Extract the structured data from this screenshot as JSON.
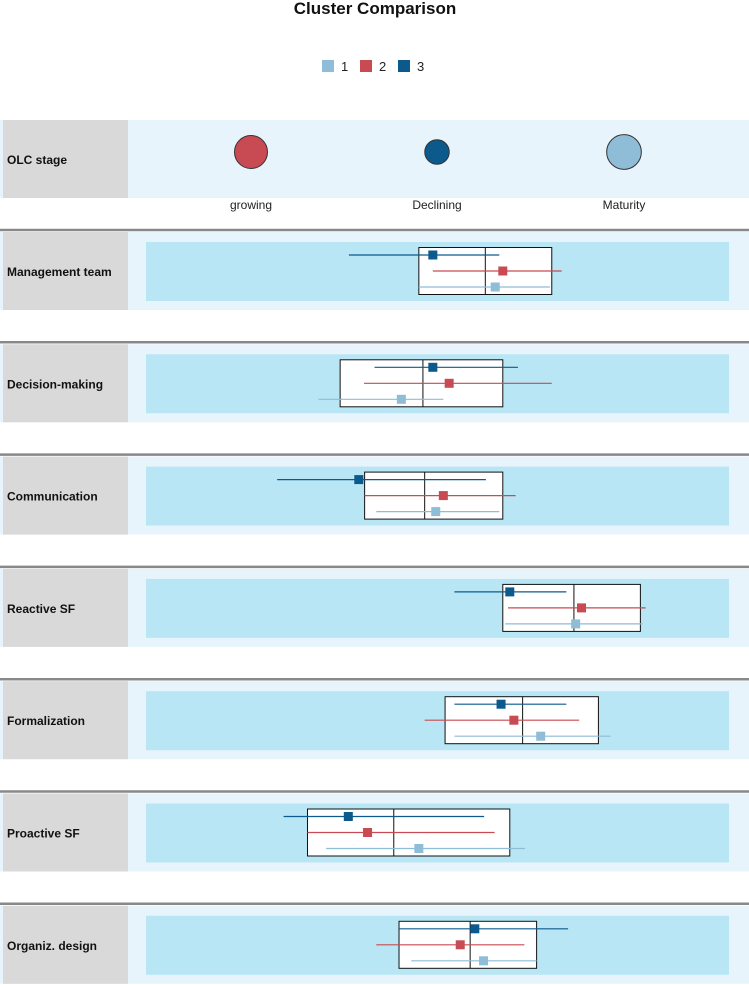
{
  "chart_data": {
    "type": "cluster_comparison",
    "title": "Cluster Comparison",
    "colors": {
      "1": "#8fbcd6",
      "2": "#c84a52",
      "3": "#0c5a8c"
    },
    "legend": [
      {
        "key": "1",
        "label": "1"
      },
      {
        "key": "2",
        "label": "2"
      },
      {
        "key": "3",
        "label": "3"
      }
    ],
    "categorical_row": {
      "label": "OLC stage",
      "categories": [
        {
          "name": "growing",
          "cluster": "2",
          "size": 1.0
        },
        {
          "name": "Declining",
          "cluster": "3",
          "size": 0.5
        },
        {
          "name": "Maturity",
          "cluster": "1",
          "size": 1.1
        }
      ]
    },
    "x_domain": [
      0,
      100
    ],
    "rows": [
      {
        "label": "Management team",
        "box": {
          "q1": 46.8,
          "median": 58.2,
          "q3": 69.6
        },
        "series": [
          {
            "cluster": "3",
            "lo": 34.8,
            "mean": 49.2,
            "hi": 60.6
          },
          {
            "cluster": "2",
            "lo": 49.2,
            "mean": 61.2,
            "hi": 71.3
          },
          {
            "cluster": "1",
            "lo": 46.8,
            "mean": 59.9,
            "hi": 69.3
          }
        ]
      },
      {
        "label": "Decision-making",
        "box": {
          "q1": 33.3,
          "median": 47.5,
          "q3": 61.2
        },
        "series": [
          {
            "cluster": "3",
            "lo": 39.2,
            "mean": 49.2,
            "hi": 63.8
          },
          {
            "cluster": "2",
            "lo": 37.4,
            "mean": 52.0,
            "hi": 69.6
          },
          {
            "cluster": "1",
            "lo": 29.6,
            "mean": 43.8,
            "hi": 51.0
          }
        ]
      },
      {
        "label": "Communication",
        "box": {
          "q1": 37.5,
          "median": 47.8,
          "q3": 61.2
        },
        "series": [
          {
            "cluster": "3",
            "lo": 22.5,
            "mean": 36.5,
            "hi": 58.3
          },
          {
            "cluster": "2",
            "lo": 37.5,
            "mean": 51.0,
            "hi": 63.4
          },
          {
            "cluster": "1",
            "lo": 39.5,
            "mean": 49.7,
            "hi": 60.6
          }
        ]
      },
      {
        "label": "Reactive SF",
        "box": {
          "q1": 61.2,
          "median": 73.4,
          "q3": 84.8
        },
        "series": [
          {
            "cluster": "3",
            "lo": 52.9,
            "mean": 62.4,
            "hi": 72.1
          },
          {
            "cluster": "2",
            "lo": 62.1,
            "mean": 74.7,
            "hi": 85.7
          },
          {
            "cluster": "1",
            "lo": 61.6,
            "mean": 73.7,
            "hi": 85.2
          }
        ]
      },
      {
        "label": "Formalization",
        "box": {
          "q1": 51.3,
          "median": 64.6,
          "q3": 77.6
        },
        "series": [
          {
            "cluster": "3",
            "lo": 52.9,
            "mean": 60.9,
            "hi": 72.1
          },
          {
            "cluster": "2",
            "lo": 47.8,
            "mean": 63.1,
            "hi": 74.3
          },
          {
            "cluster": "1",
            "lo": 52.9,
            "mean": 67.7,
            "hi": 79.7
          }
        ]
      },
      {
        "label": "Proactive SF",
        "box": {
          "q1": 27.7,
          "median": 42.5,
          "q3": 62.4
        },
        "series": [
          {
            "cluster": "3",
            "lo": 23.6,
            "mean": 34.7,
            "hi": 58.0
          },
          {
            "cluster": "2",
            "lo": 27.7,
            "mean": 38.0,
            "hi": 59.8
          },
          {
            "cluster": "1",
            "lo": 30.9,
            "mean": 46.8,
            "hi": 65.0
          }
        ]
      },
      {
        "label": "Organiz. design",
        "box": {
          "q1": 43.4,
          "median": 55.6,
          "q3": 67.0
        },
        "series": [
          {
            "cluster": "3",
            "lo": 43.4,
            "mean": 56.4,
            "hi": 72.4
          },
          {
            "cluster": "2",
            "lo": 39.5,
            "mean": 53.9,
            "hi": 64.9
          },
          {
            "cluster": "1",
            "lo": 45.5,
            "mean": 57.9,
            "hi": 67.0
          }
        ]
      }
    ]
  }
}
